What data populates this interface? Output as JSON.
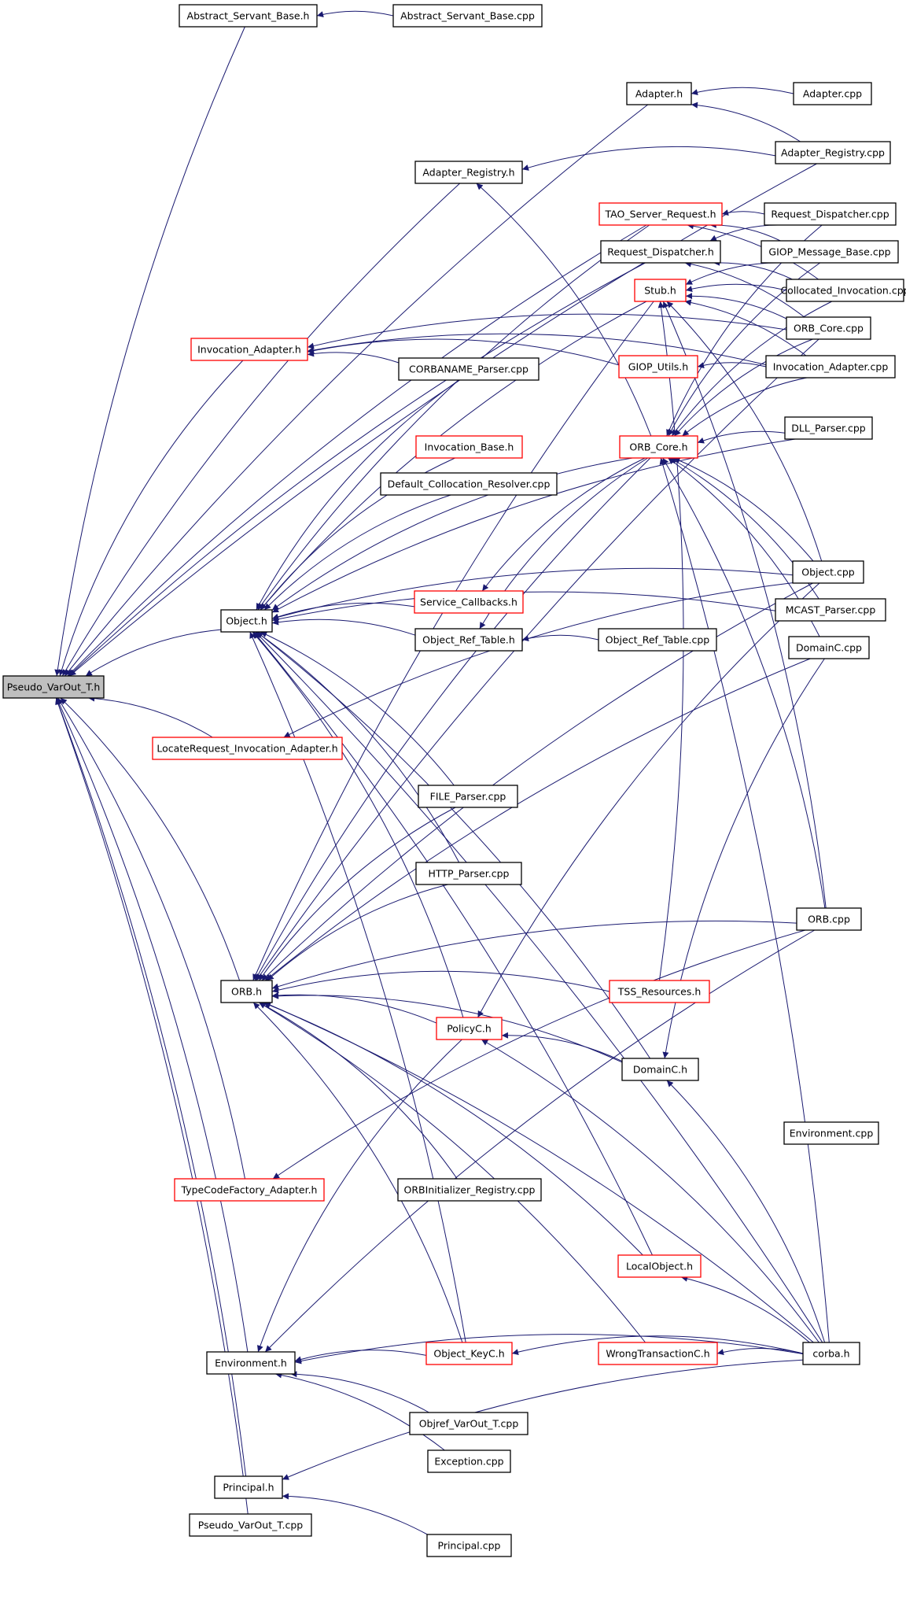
{
  "colors": {
    "edge": "#191970",
    "node_border": "#000000",
    "node_border_truncated": "#ff0000",
    "root_fill": "#bfbfbf",
    "background": "#ffffff"
  },
  "nodes": [
    {
      "id": "pseudo_varout_t_h",
      "label": "Pseudo_VarOut_T.h",
      "root": true
    },
    {
      "id": "abstract_servant_base_h",
      "label": "Abstract_Servant_Base.h"
    },
    {
      "id": "abstract_servant_base_cpp",
      "label": "Abstract_Servant_Base.cpp"
    },
    {
      "id": "adapter_h",
      "label": "Adapter.h"
    },
    {
      "id": "adapter_cpp",
      "label": "Adapter.cpp"
    },
    {
      "id": "adapter_registry_cpp",
      "label": "Adapter_Registry.cpp"
    },
    {
      "id": "adapter_registry_h",
      "label": "Adapter_Registry.h"
    },
    {
      "id": "tao_server_request_h",
      "label": "TAO_Server_Request.h",
      "red": true
    },
    {
      "id": "request_dispatcher_cpp",
      "label": "Request_Dispatcher.cpp"
    },
    {
      "id": "request_dispatcher_h",
      "label": "Request_Dispatcher.h"
    },
    {
      "id": "giop_message_base_cpp",
      "label": "GIOP_Message_Base.cpp"
    },
    {
      "id": "stub_h",
      "label": "Stub.h",
      "red": true
    },
    {
      "id": "collocated_invocation_cpp",
      "label": "Collocated_Invocation.cpp"
    },
    {
      "id": "orb_core_cpp",
      "label": "ORB_Core.cpp"
    },
    {
      "id": "invocation_adapter_h",
      "label": "Invocation_Adapter.h",
      "red": true
    },
    {
      "id": "corbaname_parser_cpp",
      "label": "CORBANAME_Parser.cpp"
    },
    {
      "id": "giop_utils_h",
      "label": "GIOP_Utils.h",
      "red": true
    },
    {
      "id": "invocation_adapter_cpp",
      "label": "Invocation_Adapter.cpp"
    },
    {
      "id": "dll_parser_cpp",
      "label": "DLL_Parser.cpp"
    },
    {
      "id": "invocation_base_h",
      "label": "Invocation_Base.h",
      "red": true
    },
    {
      "id": "orb_core_h",
      "label": "ORB_Core.h",
      "red": true
    },
    {
      "id": "default_collocation_resolver_cpp",
      "label": "Default_Collocation_Resolver.cpp"
    },
    {
      "id": "object_cpp",
      "label": "Object.cpp"
    },
    {
      "id": "service_callbacks_h",
      "label": "Service_Callbacks.h",
      "red": true
    },
    {
      "id": "mcast_parser_cpp",
      "label": "MCAST_Parser.cpp"
    },
    {
      "id": "object_h",
      "label": "Object.h"
    },
    {
      "id": "object_ref_table_h",
      "label": "Object_Ref_Table.h"
    },
    {
      "id": "object_ref_table_cpp",
      "label": "Object_Ref_Table.cpp"
    },
    {
      "id": "domainc_cpp",
      "label": "DomainC.cpp"
    },
    {
      "id": "locaterequest_invocation_adapter_h",
      "label": "LocateRequest_Invocation_Adapter.h",
      "red": true
    },
    {
      "id": "file_parser_cpp",
      "label": "FILE_Parser.cpp"
    },
    {
      "id": "http_parser_cpp",
      "label": "HTTP_Parser.cpp"
    },
    {
      "id": "orb_cpp",
      "label": "ORB.cpp"
    },
    {
      "id": "orb_h",
      "label": "ORB.h"
    },
    {
      "id": "tss_resources_h",
      "label": "TSS_Resources.h",
      "red": true
    },
    {
      "id": "policyc_h",
      "label": "PolicyC.h",
      "red": true
    },
    {
      "id": "domainc_h",
      "label": "DomainC.h"
    },
    {
      "id": "environment_cpp",
      "label": "Environment.cpp"
    },
    {
      "id": "typecodefactory_adapter_h",
      "label": "TypeCodeFactory_Adapter.h",
      "red": true
    },
    {
      "id": "orbinitializer_registry_cpp",
      "label": "ORBInitializer_Registry.cpp"
    },
    {
      "id": "localobject_h",
      "label": "LocalObject.h",
      "red": true
    },
    {
      "id": "environment_h",
      "label": "Environment.h"
    },
    {
      "id": "object_keyc_h",
      "label": "Object_KeyC.h",
      "red": true
    },
    {
      "id": "wrongtransactionc_h",
      "label": "WrongTransactionC.h",
      "red": true
    },
    {
      "id": "corba_h",
      "label": "corba.h"
    },
    {
      "id": "objref_varout_t_cpp",
      "label": "Objref_VarOut_T.cpp"
    },
    {
      "id": "exception_cpp",
      "label": "Exception.cpp"
    },
    {
      "id": "principal_h",
      "label": "Principal.h"
    },
    {
      "id": "pseudo_varout_t_cpp",
      "label": "Pseudo_VarOut_T.cpp"
    },
    {
      "id": "principal_cpp",
      "label": "Principal.cpp"
    }
  ],
  "edges": [
    [
      "abstract_servant_base_h",
      "pseudo_varout_t_h"
    ],
    [
      "abstract_servant_base_cpp",
      "abstract_servant_base_h"
    ],
    [
      "adapter_h",
      "pseudo_varout_t_h"
    ],
    [
      "adapter_cpp",
      "adapter_h"
    ],
    [
      "adapter_registry_cpp",
      "adapter_h"
    ],
    [
      "adapter_registry_cpp",
      "pseudo_varout_t_h"
    ],
    [
      "adapter_registry_cpp",
      "adapter_registry_h"
    ],
    [
      "adapter_registry_h",
      "pseudo_varout_t_h"
    ],
    [
      "orb_core_h",
      "adapter_registry_h"
    ],
    [
      "request_dispatcher_cpp",
      "tao_server_request_h"
    ],
    [
      "giop_message_base_cpp",
      "tao_server_request_h"
    ],
    [
      "collocated_invocation_cpp",
      "tao_server_request_h"
    ],
    [
      "tao_server_request_h",
      "pseudo_varout_t_h"
    ],
    [
      "request_dispatcher_cpp",
      "request_dispatcher_h"
    ],
    [
      "orb_core_cpp",
      "request_dispatcher_h"
    ],
    [
      "collocated_invocation_cpp",
      "request_dispatcher_h"
    ],
    [
      "request_dispatcher_h",
      "pseudo_varout_t_h"
    ],
    [
      "giop_message_base_cpp",
      "stub_h"
    ],
    [
      "collocated_invocation_cpp",
      "stub_h"
    ],
    [
      "orb_core_cpp",
      "stub_h"
    ],
    [
      "invocation_adapter_cpp",
      "stub_h"
    ],
    [
      "object_cpp",
      "stub_h"
    ],
    [
      "orb_cpp",
      "stub_h"
    ],
    [
      "tss_resources_h",
      "stub_h"
    ],
    [
      "invocation_adapter_h",
      "pseudo_varout_t_h"
    ],
    [
      "corbaname_parser_cpp",
      "invocation_adapter_h"
    ],
    [
      "orb_core_cpp",
      "invocation_adapter_h"
    ],
    [
      "invocation_adapter_cpp",
      "invocation_adapter_h"
    ],
    [
      "giop_utils_h",
      "invocation_adapter_h"
    ],
    [
      "invocation_adapter_cpp",
      "giop_utils_h"
    ],
    [
      "dll_parser_cpp",
      "orb_core_h"
    ],
    [
      "object_cpp",
      "orb_core_h"
    ],
    [
      "mcast_parser_cpp",
      "orb_core_h"
    ],
    [
      "domainc_cpp",
      "orb_core_h"
    ],
    [
      "orb_cpp",
      "orb_core_h"
    ],
    [
      "corba_h",
      "orb_core_h"
    ],
    [
      "request_dispatcher_cpp",
      "orb_core_h"
    ],
    [
      "giop_message_base_cpp",
      "orb_core_h"
    ],
    [
      "collocated_invocation_cpp",
      "orb_core_h"
    ],
    [
      "orb_core_cpp",
      "orb_core_h"
    ],
    [
      "invocation_adapter_cpp",
      "orb_core_h"
    ],
    [
      "orb_core_h",
      "service_callbacks_h"
    ],
    [
      "orb_core_h",
      "object_ref_table_h"
    ],
    [
      "object_ref_table_cpp",
      "object_ref_table_h"
    ],
    [
      "object_h",
      "pseudo_varout_t_h"
    ],
    [
      "corbaname_parser_cpp",
      "object_h"
    ],
    [
      "dll_parser_cpp",
      "object_h"
    ],
    [
      "invocation_base_h",
      "object_h"
    ],
    [
      "default_collocation_resolver_cpp",
      "object_h"
    ],
    [
      "service_callbacks_h",
      "object_h"
    ],
    [
      "object_ref_table_h",
      "object_h"
    ],
    [
      "object_cpp",
      "object_h"
    ],
    [
      "orb_core_h",
      "object_h"
    ],
    [
      "tao_server_request_h",
      "object_h"
    ],
    [
      "stub_h",
      "object_h"
    ],
    [
      "file_parser_cpp",
      "object_h"
    ],
    [
      "http_parser_cpp",
      "object_h"
    ],
    [
      "policyc_h",
      "object_h"
    ],
    [
      "domainc_h",
      "object_h"
    ],
    [
      "localobject_h",
      "object_h"
    ],
    [
      "object_keyc_h",
      "object_h"
    ],
    [
      "corba_h",
      "object_h"
    ],
    [
      "mcast_parser_cpp",
      "object_h"
    ],
    [
      "locaterequest_invocation_adapter_h",
      "pseudo_varout_t_h"
    ],
    [
      "object_cpp",
      "locaterequest_invocation_adapter_h"
    ],
    [
      "orb_h",
      "pseudo_varout_t_h"
    ],
    [
      "orb_cpp",
      "orb_h"
    ],
    [
      "tss_resources_h",
      "orb_h"
    ],
    [
      "policyc_h",
      "orb_h"
    ],
    [
      "domainc_h",
      "orb_h"
    ],
    [
      "orbinitializer_registry_cpp",
      "orb_h"
    ],
    [
      "localobject_h",
      "orb_h"
    ],
    [
      "object_keyc_h",
      "orb_h"
    ],
    [
      "wrongtransactionc_h",
      "orb_h"
    ],
    [
      "corba_h",
      "orb_h"
    ],
    [
      "file_parser_cpp",
      "orb_h"
    ],
    [
      "http_parser_cpp",
      "orb_h"
    ],
    [
      "orb_core_h",
      "orb_h"
    ],
    [
      "stub_h",
      "orb_h"
    ],
    [
      "domainc_cpp",
      "orb_h"
    ],
    [
      "object_cpp",
      "orb_h"
    ],
    [
      "orb_core_cpp",
      "orb_h"
    ],
    [
      "domainc_h",
      "policyc_h"
    ],
    [
      "object_cpp",
      "policyc_h"
    ],
    [
      "corba_h",
      "policyc_h"
    ],
    [
      "domainc_cpp",
      "domainc_h"
    ],
    [
      "corba_h",
      "domainc_h"
    ],
    [
      "typecodefactory_adapter_h",
      "pseudo_varout_t_h"
    ],
    [
      "orb_cpp",
      "typecodefactory_adapter_h"
    ],
    [
      "corba_h",
      "localobject_h"
    ],
    [
      "corba_h",
      "wrongtransactionc_h"
    ],
    [
      "environment_h",
      "pseudo_varout_t_h"
    ],
    [
      "object_keyc_h",
      "environment_h"
    ],
    [
      "objref_varout_t_cpp",
      "environment_h"
    ],
    [
      "exception_cpp",
      "environment_h"
    ],
    [
      "corba_h",
      "environment_h"
    ],
    [
      "policyc_h",
      "environment_h"
    ],
    [
      "orb_cpp",
      "environment_h"
    ],
    [
      "corba_h",
      "object_keyc_h"
    ],
    [
      "principal_h",
      "pseudo_varout_t_h"
    ],
    [
      "principal_cpp",
      "principal_h"
    ],
    [
      "corba_h",
      "principal_h"
    ],
    [
      "pseudo_varout_t_cpp",
      "pseudo_varout_t_h"
    ]
  ]
}
